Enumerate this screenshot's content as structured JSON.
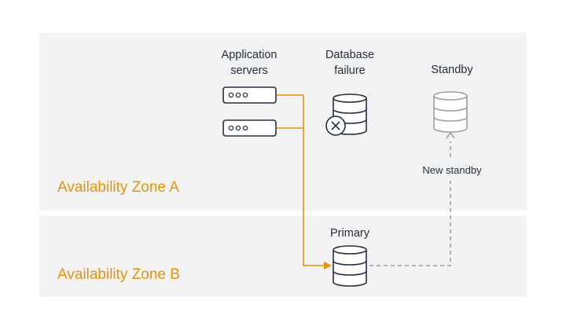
{
  "zones": [
    {
      "name": "Availability Zone A"
    },
    {
      "name": "Availability Zone B"
    }
  ],
  "labels": {
    "app_servers": "Application servers",
    "db_failure": "Database failure",
    "standby": "Standby",
    "new_standby": "New standby",
    "primary": "Primary"
  },
  "colors": {
    "zone_background": "#f3f3f3",
    "accent_orange": "#e8920c",
    "icon_dark": "#232f3e",
    "icon_muted": "#9aa0a6",
    "dashed_line": "#9aa0a6"
  }
}
